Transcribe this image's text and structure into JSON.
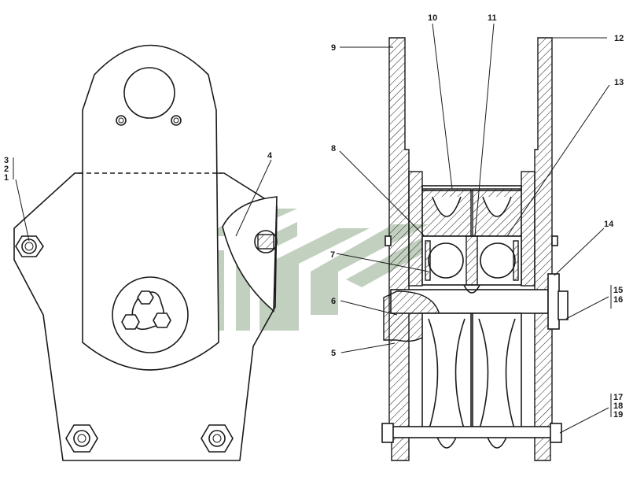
{
  "colors": {
    "line": "#1a1a1a",
    "background": "#ffffff",
    "watermark": "#8faa8a"
  },
  "callouts": {
    "c1": "1",
    "c2": "2",
    "c3": "3",
    "c4": "4",
    "c5": "5",
    "c6": "6",
    "c7": "7",
    "c8": "8",
    "c9": "9",
    "c10": "10",
    "c11": "11",
    "c12": "12",
    "c13": "13",
    "c14": "14",
    "c15": "15",
    "c16": "16",
    "c17": "17",
    "c18": "18",
    "c19": "19"
  }
}
